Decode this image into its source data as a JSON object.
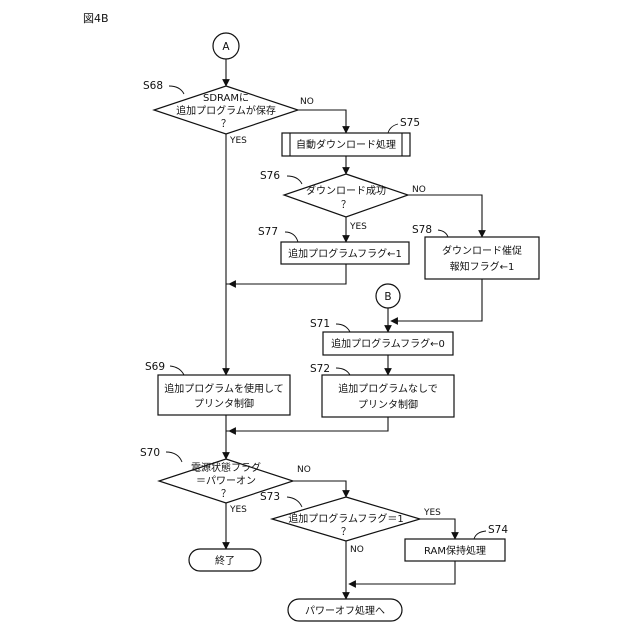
{
  "figure_label": "図4B",
  "connectors": {
    "a": "A",
    "b": "B"
  },
  "steps": {
    "s68": {
      "label": "S68",
      "lines": [
        "SDRAMに",
        "追加プログラムが保存",
        "？"
      ]
    },
    "s69": {
      "label": "S69",
      "lines": [
        "追加プログラムを使用して",
        "プリンタ制御"
      ]
    },
    "s70": {
      "label": "S70",
      "lines": [
        "電源状態フラグ",
        "＝パワーオン",
        "？"
      ]
    },
    "s71": {
      "label": "S71",
      "lines": [
        "追加プログラムフラグ←0"
      ]
    },
    "s72": {
      "label": "S72",
      "lines": [
        "追加プログラムなしで",
        "プリンタ制御"
      ]
    },
    "s73": {
      "label": "S73",
      "lines": [
        "追加プログラムフラグ＝1",
        "？"
      ]
    },
    "s74": {
      "label": "S74",
      "lines": [
        "RAM保持処理"
      ]
    },
    "s75": {
      "label": "S75",
      "lines": [
        "自動ダウンロード処理"
      ]
    },
    "s76": {
      "label": "S76",
      "lines": [
        "ダウンロード成功",
        "？"
      ]
    },
    "s77": {
      "label": "S77",
      "lines": [
        "追加プログラムフラグ←1"
      ]
    },
    "s78": {
      "label": "S78",
      "lines": [
        "ダウンロード催促",
        "報知フラグ←1"
      ]
    }
  },
  "terminals": {
    "end": "終了",
    "poweroff": "パワーオフ処理へ"
  },
  "branches": {
    "s68_no": "NO",
    "s68_yes": "YES",
    "s76_no": "NO",
    "s76_yes": "YES",
    "s70_no": "NO",
    "s70_yes": "YES",
    "s73_yes": "YES",
    "s73_no": "NO"
  }
}
